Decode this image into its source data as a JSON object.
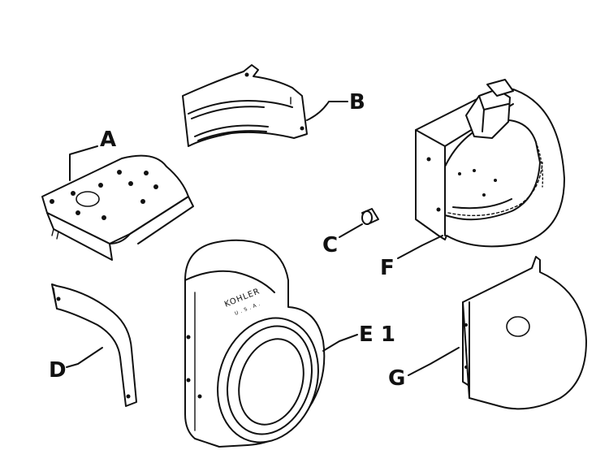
{
  "diagram": {
    "parts": [
      {
        "id": "A",
        "label": "A"
      },
      {
        "id": "B",
        "label": "B"
      },
      {
        "id": "C",
        "label": "C"
      },
      {
        "id": "D",
        "label": "D"
      },
      {
        "id": "E1",
        "label": "E 1"
      },
      {
        "id": "F",
        "label": "F"
      },
      {
        "id": "G",
        "label": "G"
      }
    ],
    "shroud_brand": "KOHLER",
    "shroud_brand_sub": "U.S.A."
  }
}
